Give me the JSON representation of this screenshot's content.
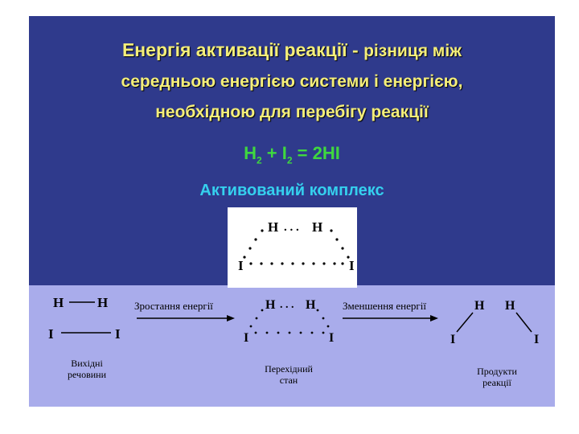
{
  "title": {
    "bold_part": "Енергія активації реакції - ",
    "rest_line1": "різниця між",
    "line2": "середньою енергією системи і енергією,",
    "line3": "необхідною для перебігу реакції"
  },
  "equation": {
    "h": "H",
    "sub1": "2",
    "plus_i": " + I",
    "sub2": "2",
    "result": " = 2HI"
  },
  "activated_complex_label": "Активований комплекс",
  "atoms": {
    "h": "H",
    "i": "I",
    "dots": ". . ."
  },
  "arrows": {
    "increase": "Зростання енергії",
    "decrease": "Зменшення енергії"
  },
  "labels": {
    "reactants_1": "Вихідні",
    "reactants_2": "речовини",
    "transition_1": "Перехідний",
    "transition_2": "стан",
    "products_1": "Продукти",
    "products_2": "реакції"
  },
  "colors": {
    "background": "#2f3a8c",
    "band": "#a9aceb",
    "title": "#f4ee7a",
    "equation": "#3fd83f",
    "activated": "#35d0ee"
  }
}
